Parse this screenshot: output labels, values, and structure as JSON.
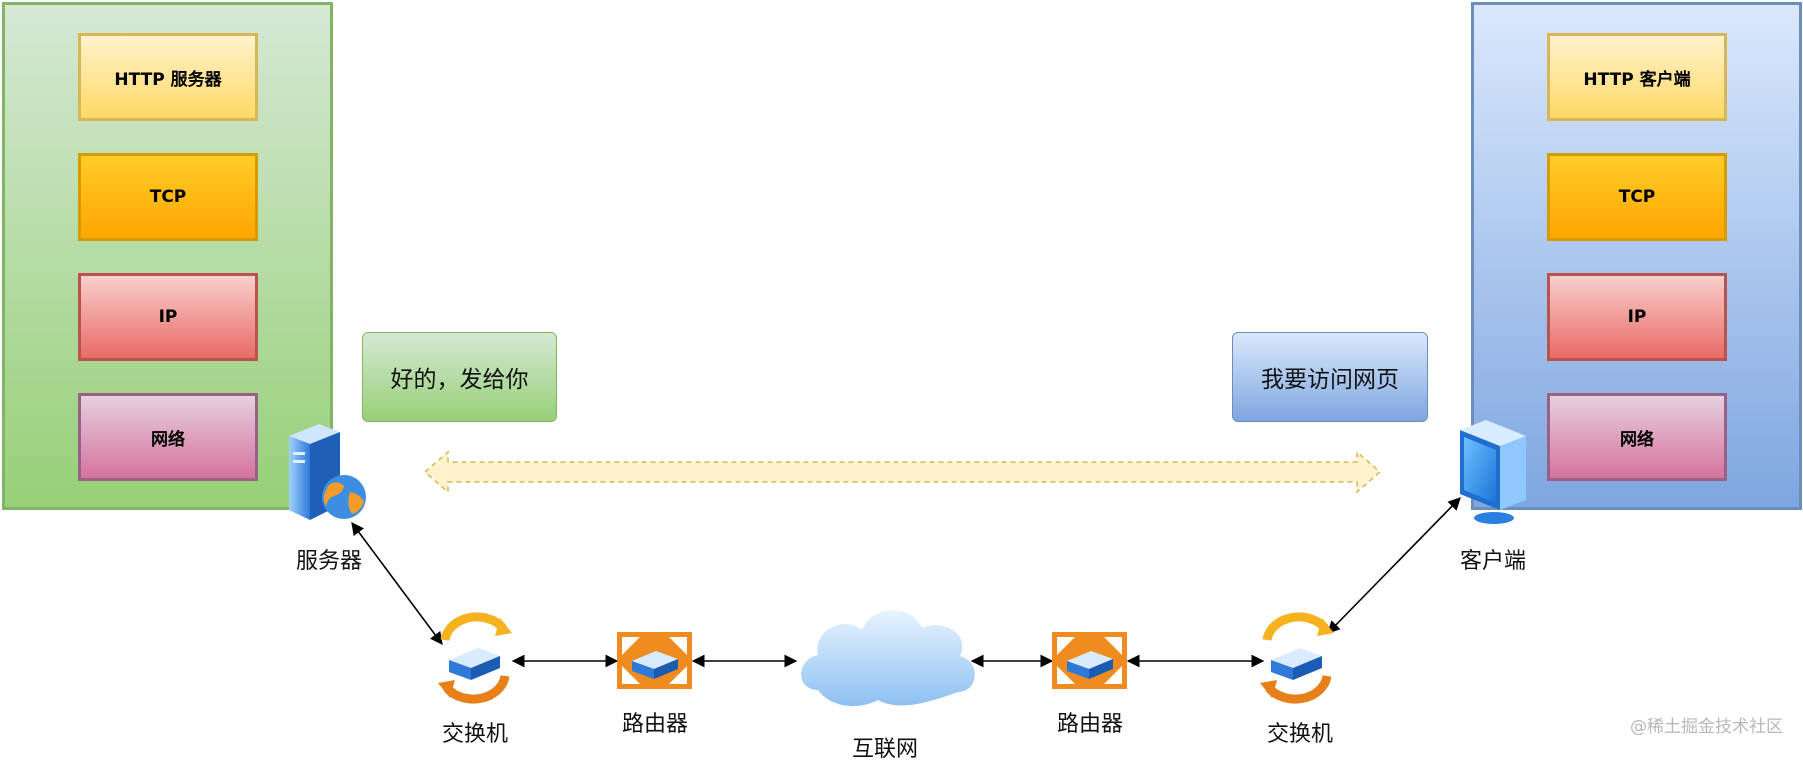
{
  "server_stack": {
    "layers": [
      "HTTP 服务器",
      "TCP",
      "IP",
      "网络"
    ]
  },
  "client_stack": {
    "layers": [
      "HTTP 客户端",
      "TCP",
      "IP",
      "网络"
    ]
  },
  "messages": {
    "server_reply": "好的，发给你",
    "client_request": "我要访问网页"
  },
  "nodes": {
    "server": "服务器",
    "client": "客户端",
    "switch_left": "交换机",
    "router_left": "路由器",
    "internet": "互联网",
    "router_right": "路由器",
    "switch_right": "交换机"
  },
  "watermark": "@稀土掘金技术社区",
  "colors": {
    "server_stack_fill": "#97d077",
    "client_stack_fill": "#7ea6e0",
    "http_layer": "#ffd966",
    "tcp_layer": "#ffa500",
    "ip_layer": "#ea6b66",
    "network_layer": "#d5739d",
    "router": "#f08b1f",
    "cloud": "#9cc8f5"
  },
  "icons": {
    "server": "server-globe-icon",
    "client": "monitor-icon",
    "switch": "switch-icon",
    "router": "router-icon",
    "internet": "cloud-icon"
  }
}
